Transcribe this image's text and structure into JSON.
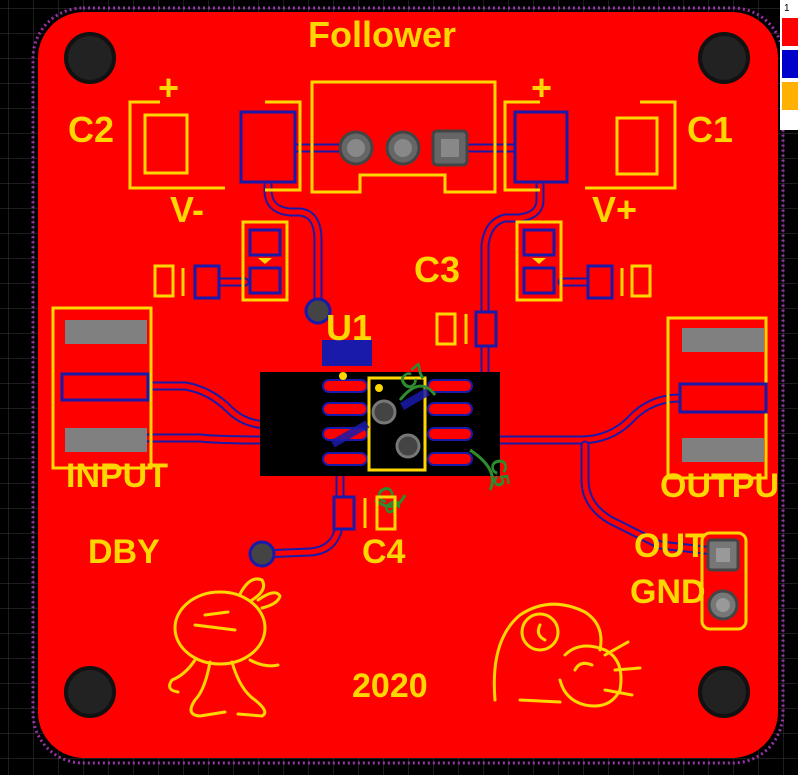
{
  "board": {
    "title": "Follower",
    "year": "2020",
    "author": "DBY"
  },
  "labels": {
    "c1": "C1",
    "c2": "C2",
    "c3": "C3",
    "c4": "C4",
    "u1": "U1",
    "v_minus": "V-",
    "v_plus": "V+",
    "input": "INPUT",
    "output": "OUTPU",
    "out": "OUT",
    "gnd": "GND",
    "plus_c2": "+",
    "plus_c1": "+",
    "green_c5": "C5",
    "green_c6": "C6",
    "green_c7": "C7"
  },
  "layer_panel": {
    "number": "1",
    "colors": [
      "#FF0000",
      "#0000CC",
      "#FFB000"
    ]
  },
  "colors": {
    "background": "#000000",
    "grid": "#3a3a3a",
    "copper_top": "#FF0000",
    "copper_bottom": "#1a1aaa",
    "silkscreen": "#FFD700",
    "outline": "#9933AA",
    "pad": "#808080"
  }
}
